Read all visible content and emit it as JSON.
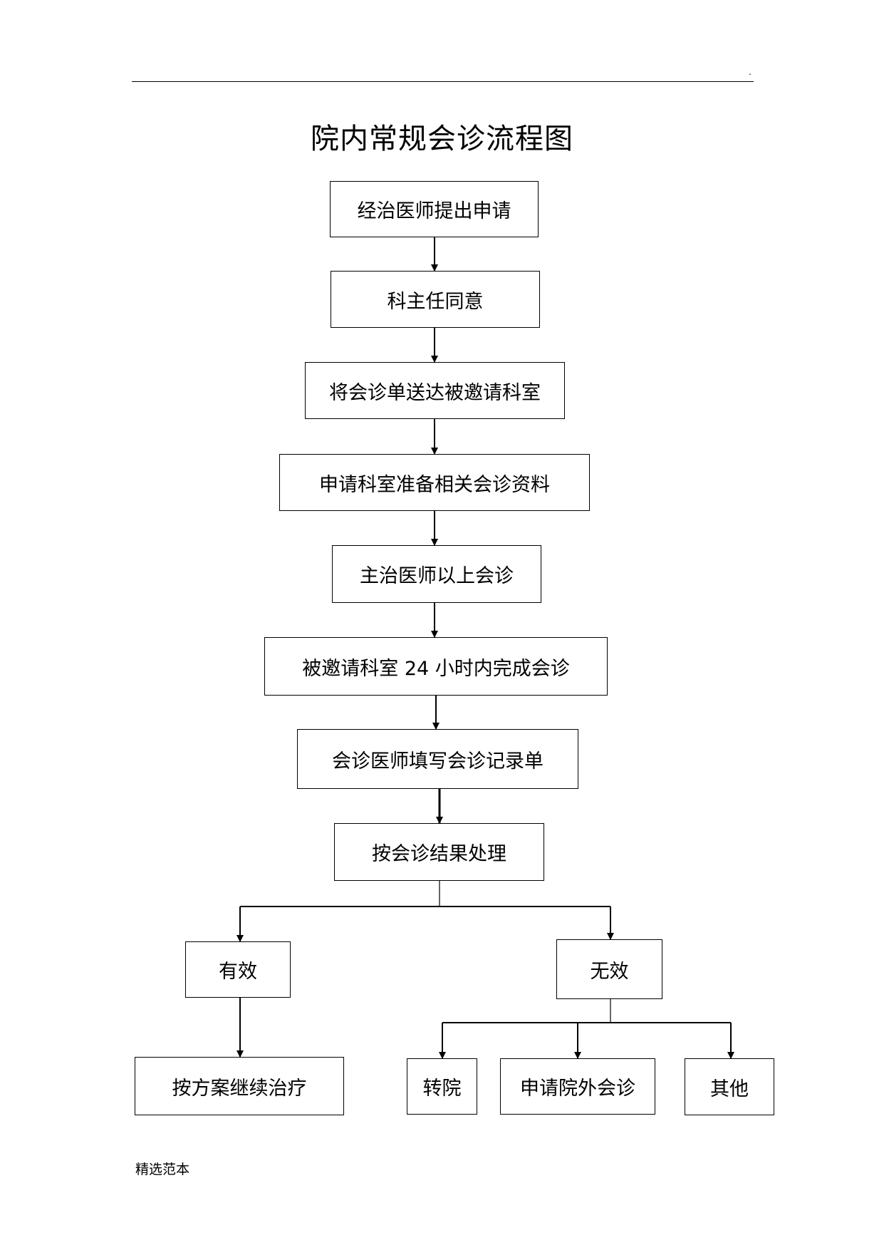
{
  "header": {
    "marker": "."
  },
  "title": "院内常规会诊流程图",
  "steps": [
    "经治医师提出申请",
    "科主任同意",
    "将会诊单送达被邀请科室",
    "申请科室准备相关会诊资料",
    "主治医师以上会诊",
    "被邀请科室 24 小时内完成会诊",
    "会诊医师填写会诊记录单",
    "按会诊结果处理"
  ],
  "branches": {
    "effective": "有效",
    "ineffective": "无效"
  },
  "effective_outcome": "按方案继续治疗",
  "ineffective_outcomes": [
    "转院",
    "申请院外会诊",
    "其他"
  ],
  "footer": "精选范本"
}
